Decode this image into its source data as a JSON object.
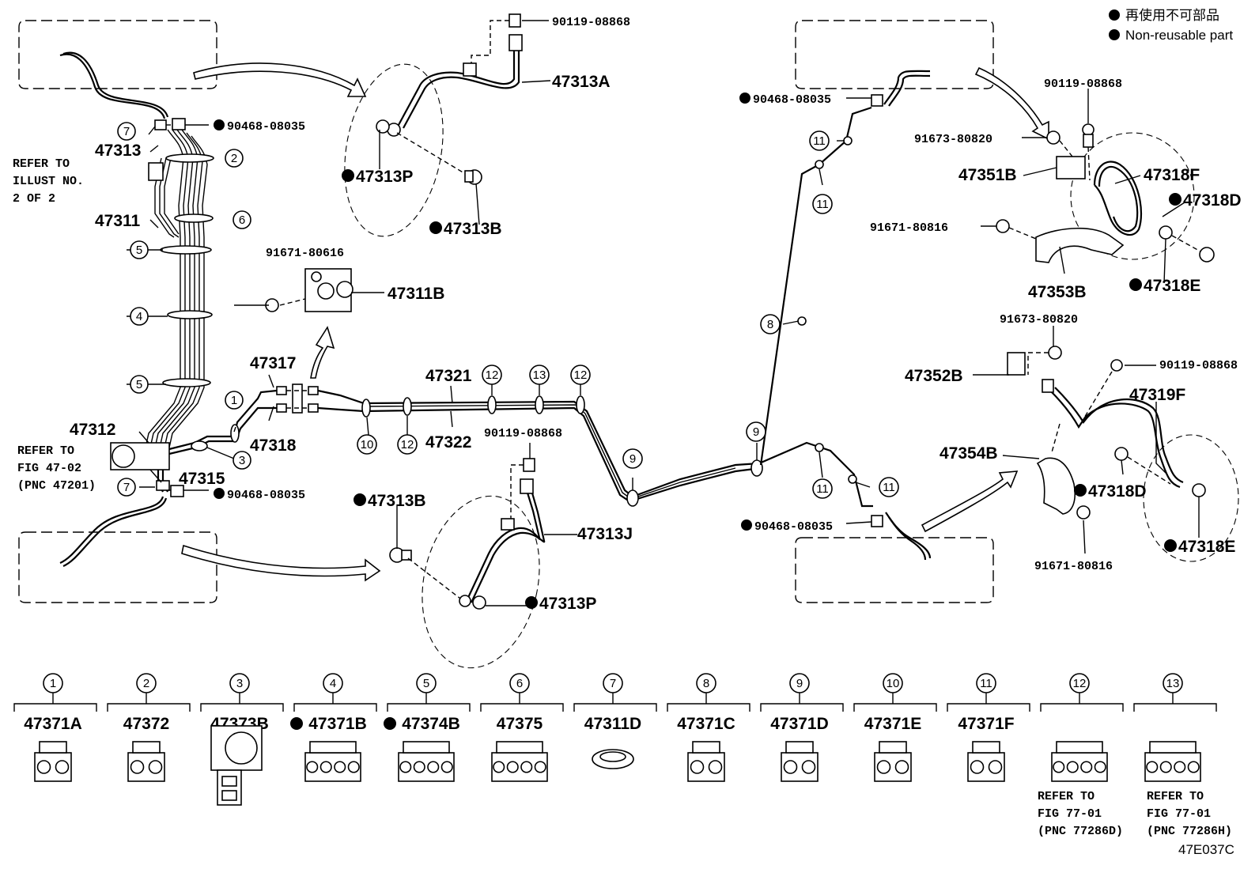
{
  "legend": {
    "line1": "再使用不可部品",
    "line2": "Non-reusable part"
  },
  "diagram_code": "47E037C",
  "refer_notes": {
    "illust": [
      "REFER TO",
      "ILLUST NO.",
      "2 OF 2"
    ],
    "fig4702": [
      "REFER TO",
      "FIG 47-02",
      "(PNC 47201)"
    ],
    "fig7701d": [
      "REFER TO",
      "FIG 77-01",
      "(PNC 77286D)"
    ],
    "fig7701h": [
      "REFER TO",
      "FIG 77-01",
      "(PNC 77286H)"
    ]
  },
  "labels": {
    "p90119_top": "90119-08868",
    "p47313A": "47313A",
    "p90468_a": "90468-08035",
    "p47313": "47313",
    "p47313P_top": "47313P",
    "p47313B_top": "47313B",
    "p47311": "47311",
    "p91671_80616": "91671-80616",
    "p47311B": "47311B",
    "p47317": "47317",
    "p47318": "47318",
    "p47321": "47321",
    "p47322": "47322",
    "p47312": "47312",
    "p47315": "47315",
    "p90468_b": "90468-08035",
    "p90119_mid": "90119-08868",
    "p47313B_bot": "47313B",
    "p47313J": "47313J",
    "p47313P_bot": "47313P",
    "p90468_c": "90468-08035",
    "p90468_d": "90468-08035",
    "p90119_r1": "90119-08868",
    "p91673_a": "91673-80820",
    "p47351B": "47351B",
    "p47318F": "47318F",
    "p47318D_a": "47318D",
    "p91671_80816_a": "91671-80816",
    "p47353B": "47353B",
    "p47318E_a": "47318E",
    "p91673_b": "91673-80820",
    "p47352B": "47352B",
    "p90119_r2": "90119-08868",
    "p47319F": "47319F",
    "p47354B": "47354B",
    "p47318D_b": "47318D",
    "p91671_80816_b": "91671-80816",
    "p47318E_b": "47318E"
  },
  "callouts": {
    "c7a": "7",
    "c2": "2",
    "c6": "6",
    "c5a": "5",
    "c4": "4",
    "c5b": "5",
    "c1": "1",
    "c3": "3",
    "c7b": "7",
    "c10": "10",
    "c12a": "12",
    "c12b": "12",
    "c13": "13",
    "c12c": "12",
    "c9a": "9",
    "c9b": "9",
    "c8": "8",
    "c11a": "11",
    "c11b": "11",
    "c11c": "11",
    "c11d": "11"
  },
  "clamp_table": [
    {
      "num": "1",
      "part": "47371A",
      "nonreusable": false
    },
    {
      "num": "2",
      "part": "47372",
      "nonreusable": false
    },
    {
      "num": "3",
      "part": "47373B",
      "nonreusable": false
    },
    {
      "num": "4",
      "part": "47371B",
      "nonreusable": true
    },
    {
      "num": "5",
      "part": "47374B",
      "nonreusable": true
    },
    {
      "num": "6",
      "part": "47375",
      "nonreusable": false
    },
    {
      "num": "7",
      "part": "47311D",
      "nonreusable": false
    },
    {
      "num": "8",
      "part": "47371C",
      "nonreusable": false
    },
    {
      "num": "9",
      "part": "47371D",
      "nonreusable": false
    },
    {
      "num": "10",
      "part": "47371E",
      "nonreusable": false
    },
    {
      "num": "11",
      "part": "47371F",
      "nonreusable": false
    },
    {
      "num": "12",
      "part": "",
      "nonreusable": false
    },
    {
      "num": "13",
      "part": "",
      "nonreusable": false
    }
  ]
}
